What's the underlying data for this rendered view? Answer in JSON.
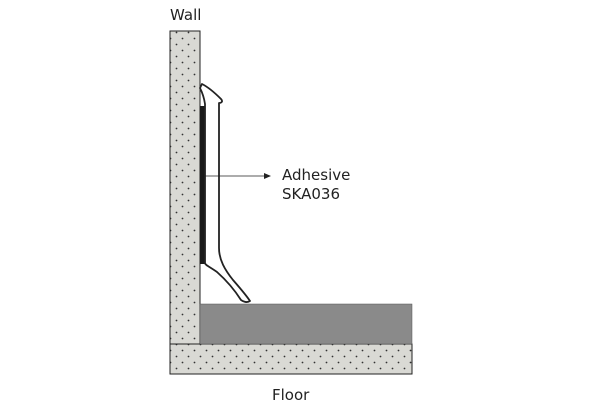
{
  "labels": {
    "wall": "Wall",
    "floor": "Floor",
    "adhesive_line1": "Adhesive",
    "adhesive_line2": "SKA036"
  },
  "colors": {
    "concrete_fill": "#d9d9d4",
    "concrete_dots": "#333333",
    "floor_covering": "#8a8a8a",
    "adhesive": "#1a1a1a",
    "outline": "#222222",
    "background": "#ffffff"
  }
}
